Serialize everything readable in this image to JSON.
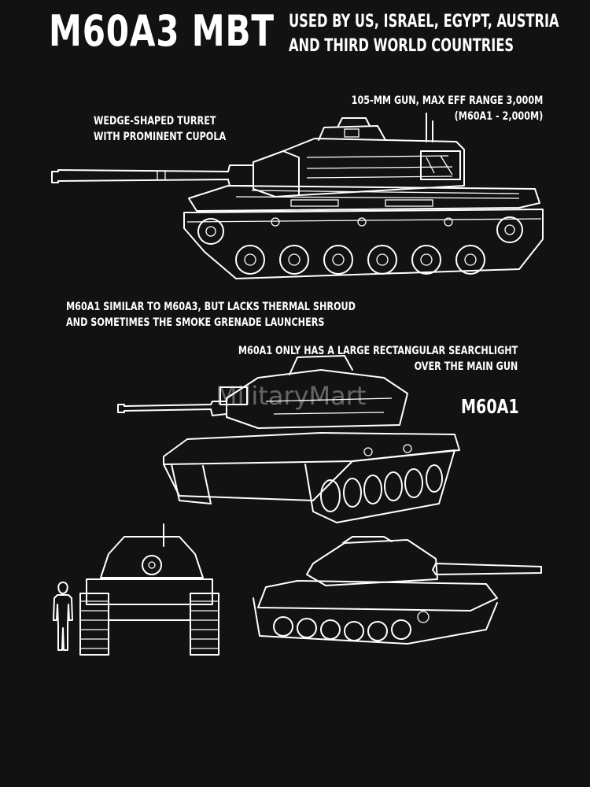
{
  "header": {
    "title": "M60A3 MBT",
    "subtitle_line1": "USED BY US, ISRAEL, EGYPT, AUSTRIA",
    "subtitle_line2": "AND THIRD WORLD COUNTRIES"
  },
  "notes": {
    "turret_line1": "WEDGE-SHAPED TURRET",
    "turret_line2": "WITH PROMINENT CUPOLA",
    "gun_line1": "105-MM GUN, MAX EFF RANGE 3,000M",
    "gun_line2": "(M60A1 - 2,000M)",
    "m60a1_line1": "M60A1 SIMILAR TO M60A3, BUT LACKS THERMAL SHROUD",
    "m60a1_line2": "AND SOMETIMES THE SMOKE GRENADE LAUNCHERS",
    "searchlight_line1": "M60A1 ONLY HAS A LARGE RECTANGULAR SEARCHLIGHT",
    "searchlight_line2": "OVER THE MAIN GUN"
  },
  "variant_label": "M60A1",
  "watermark": "MilitaryMart",
  "colors": {
    "background": "#121212",
    "line": "#ffffff"
  },
  "illustrations": [
    "m60a3-side-view",
    "m60a1-perspective-view",
    "front-view-with-human-scale",
    "rear-quarter-view"
  ]
}
